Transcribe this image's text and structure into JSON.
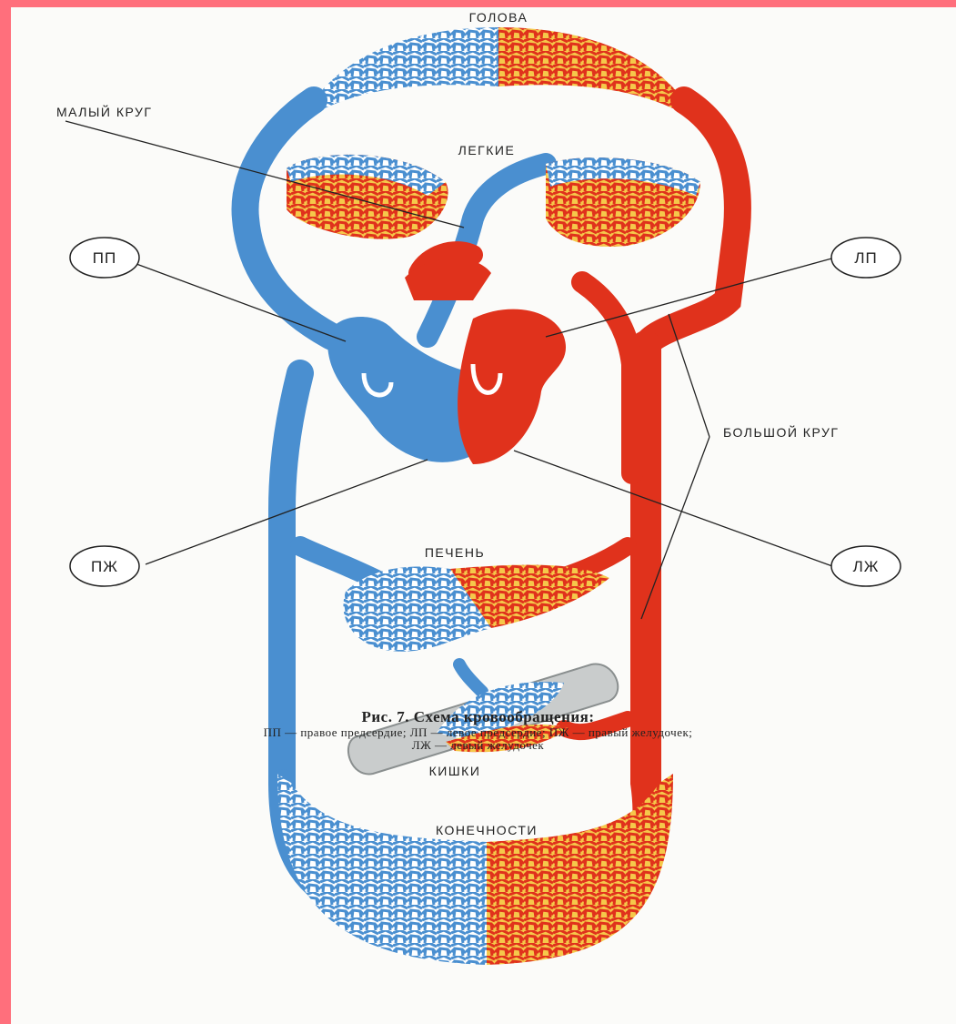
{
  "diagram": {
    "labels": {
      "head": "ГОЛОВА",
      "small_circle": "МАЛЫЙ КРУГ",
      "lungs": "ЛЕГКИЕ",
      "right_atrium": "ПП",
      "left_atrium": "ЛП",
      "big_circle": "БОЛЬШОЙ КРУГ",
      "right_ventricle": "ПЖ",
      "left_ventricle": "ЛЖ",
      "liver": "ПЕЧЕНЬ",
      "intestines": "КИШКИ",
      "limbs": "КОНЕЧНОСТИ"
    },
    "colors": {
      "venous_blue": "#4a8fd0",
      "arterial_red": "#e0321c",
      "mesh_yellow": "#f5c84a",
      "background": "#fbfbf9",
      "page_border": "#ff6f7c"
    }
  },
  "caption": {
    "title": "Рис. 7. Схема кровообращения:",
    "legend_line1": "ПП — правое предсердие; ЛП — левое предсердие; ПЖ — правый желудочек;",
    "legend_line2": "ЛЖ — левый желудочек"
  }
}
